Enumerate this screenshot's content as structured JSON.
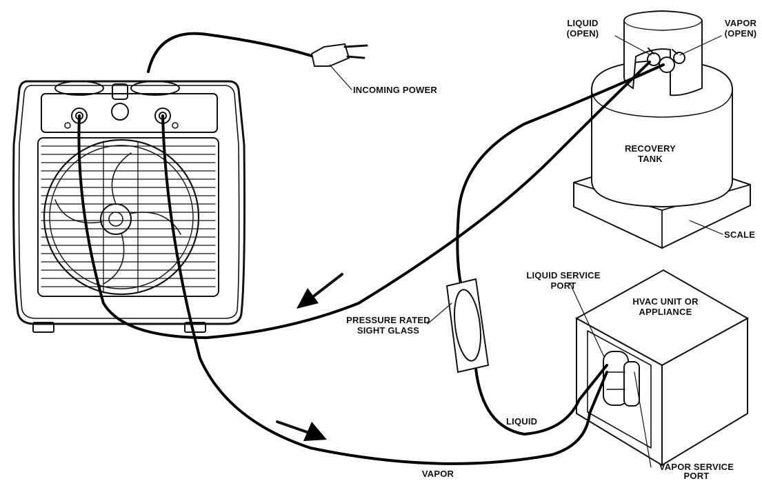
{
  "labels": {
    "liquid_open_1": "LIQUID",
    "liquid_open_2": "(OPEN)",
    "vapor_open_1": "VAPOR",
    "vapor_open_2": "(OPEN)",
    "incoming_power": "INCOMING POWER",
    "recovery_tank_1": "RECOVERY",
    "recovery_tank_2": "TANK",
    "scale": "SCALE",
    "liquid_service_port_1": "LIQUID SERVICE",
    "liquid_service_port_2": "PORT",
    "hvac_unit_1": "HVAC UNIT OR",
    "hvac_unit_2": "APPLIANCE",
    "sight_glass_1": "PRESSURE RATED",
    "sight_glass_2": "SIGHT GLASS",
    "liquid_line": "LIQUID",
    "vapor_line": "VAPOR",
    "vapor_service_port_1": "VAPOR SERVICE",
    "vapor_service_port_2": "PORT"
  },
  "colors": {
    "ink": "#111111",
    "background": "#ffffff"
  }
}
